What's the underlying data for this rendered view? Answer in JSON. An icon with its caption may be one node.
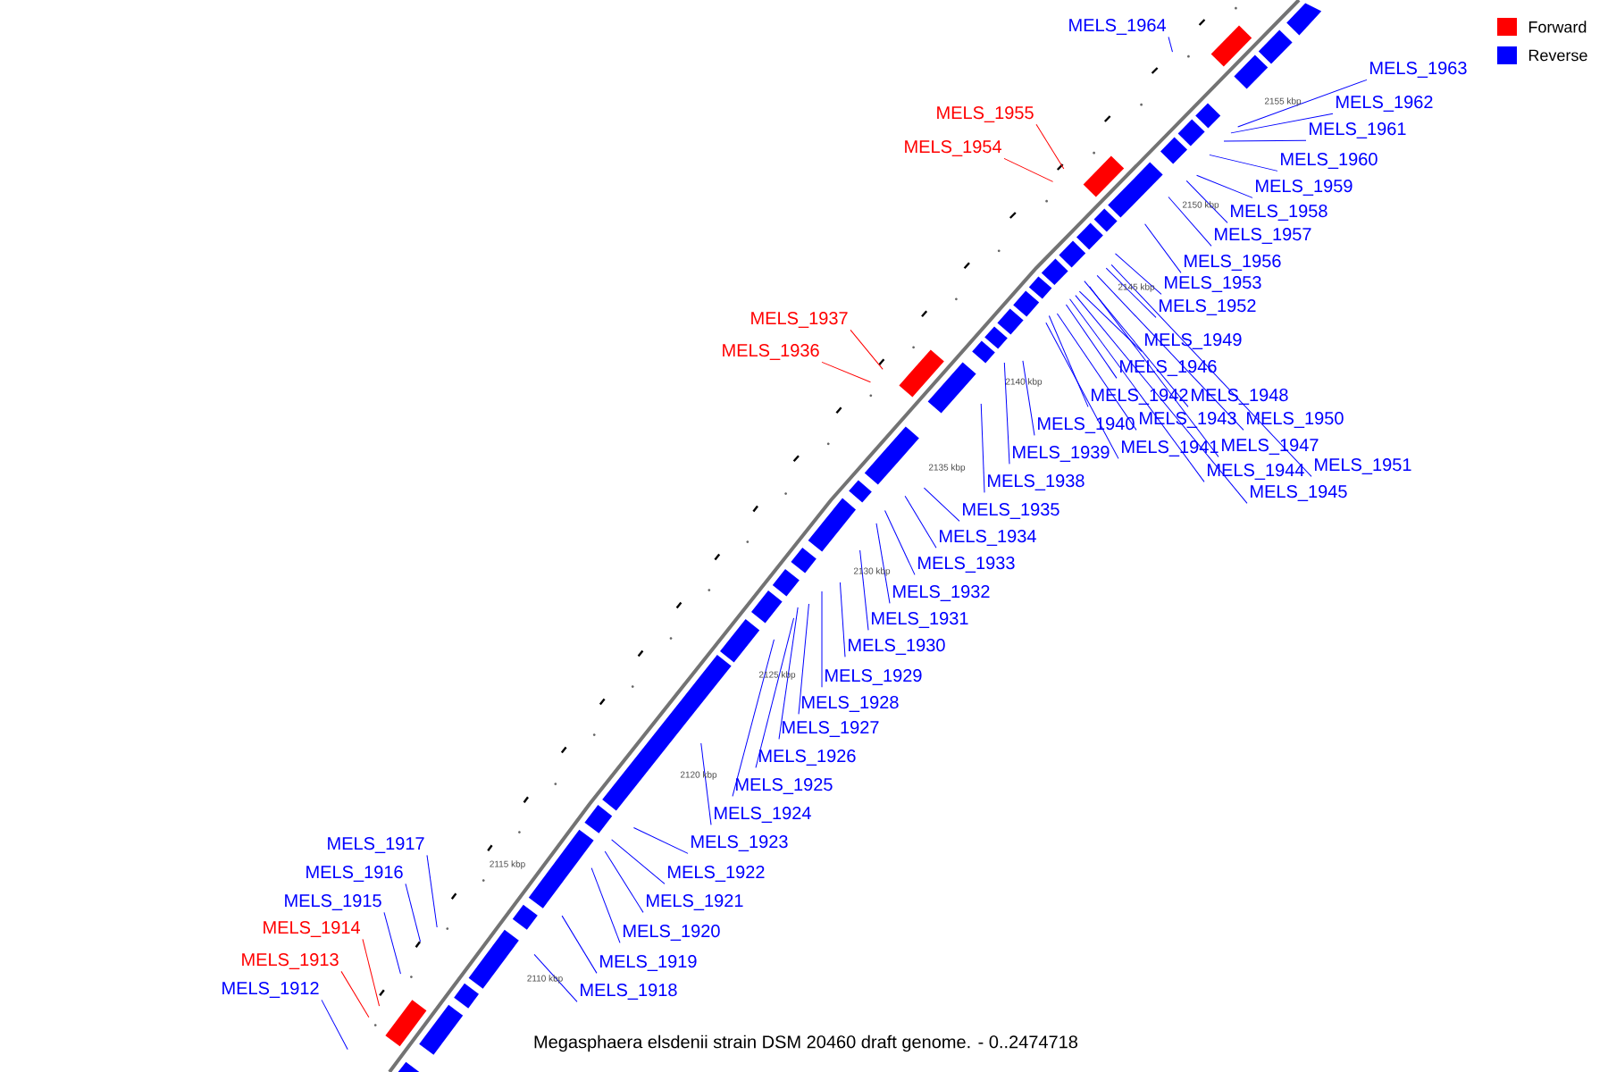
{
  "diagram": {
    "caption": "Megasphaera elsdenii strain DSM 20460 draft genome. - 0..2474718",
    "nodes": [
      {
        "text": [
          "MELS_1964"
        ]
      },
      {
        "text": [
          "MELS_1963"
        ]
      },
      {
        "text": [
          "MELS_1962"
        ]
      },
      {
        "text": [
          "MELS_1955"
        ]
      },
      {
        "text": [
          "MELS_1961"
        ]
      },
      {
        "text": [
          "MELS_1954"
        ]
      },
      {
        "text": [
          "MELS_1960"
        ]
      },
      {
        "text": [
          "MELS_1959"
        ]
      },
      {
        "text": [
          "MELS_1958"
        ]
      },
      {
        "text": [
          "MELS_1957"
        ]
      },
      {
        "text": [
          "MELS_1956"
        ]
      },
      {
        "text": [
          "MELS_1953"
        ]
      },
      {
        "text": [
          "MELS_1952"
        ]
      },
      {
        "text": [
          "MELS_1937"
        ]
      },
      {
        "text": [
          "MELS_1949"
        ]
      },
      {
        "text": [
          "MELS_1936"
        ]
      },
      {
        "text": [
          "MELS_1946"
        ]
      },
      {
        "text": [
          "MELS_1942"
        ]
      },
      {
        "text": [
          "MELS_1948"
        ]
      },
      {
        "text": [
          "MELS_1950"
        ]
      },
      {
        "text": [
          "MELS_1943"
        ]
      },
      {
        "text": [
          "MELS_1940"
        ]
      },
      {
        "text": [
          "MELS_1947"
        ]
      },
      {
        "text": [
          "MELS_1941"
        ]
      },
      {
        "text": [
          "MELS_1939"
        ]
      },
      {
        "text": [
          "MELS_1951"
        ]
      },
      {
        "text": [
          "MELS_1944"
        ]
      },
      {
        "text": [
          "MELS_1938"
        ]
      },
      {
        "text": [
          "MELS_1945"
        ]
      },
      {
        "text": [
          "MELS_1935"
        ]
      },
      {
        "text": [
          "MELS_1934"
        ]
      },
      {
        "text": [
          "MELS_1933"
        ]
      },
      {
        "text": [
          "MELS_1932"
        ]
      },
      {
        "text": [
          "MELS_1931"
        ]
      },
      {
        "text": [
          "MELS_1930"
        ]
      },
      {
        "text": [
          "MELS_1929"
        ]
      },
      {
        "text": [
          "MELS_1928"
        ]
      },
      {
        "text": [
          "MELS_1927"
        ]
      },
      {
        "text": [
          "MELS_1926"
        ]
      },
      {
        "text": [
          "MELS_1925"
        ]
      },
      {
        "text": [
          "MELS_1924"
        ]
      },
      {
        "text": [
          "MELS_1917"
        ]
      },
      {
        "text": [
          "MELS_1923"
        ]
      },
      {
        "text": [
          "MELS_1916"
        ]
      },
      {
        "text": [
          "MELS_1922"
        ]
      },
      {
        "text": [
          "MELS_1915"
        ]
      },
      {
        "text": [
          "MELS_1921"
        ]
      },
      {
        "text": [
          "MELS_1914"
        ]
      },
      {
        "text": [
          "MELS_1920"
        ]
      },
      {
        "text": [
          "MELS_1913"
        ]
      },
      {
        "text": [
          "MELS_1919"
        ]
      },
      {
        "text": [
          "MELS_1912"
        ]
      },
      {
        "text": [
          "MELS_1918"
        ]
      }
    ],
    "edges": [
      {
        "from": 0,
        "to": null,
        "arrow": "none"
      },
      {
        "from": 1,
        "to": null,
        "arrow": "none"
      },
      {
        "from": 2,
        "to": null,
        "arrow": "none"
      },
      {
        "from": 3,
        "to": null,
        "arrow": "none",
        "color": "#ff0000"
      },
      {
        "from": 4,
        "to": null,
        "arrow": "none"
      },
      {
        "from": 5,
        "to": null,
        "arrow": "none",
        "color": "#ff0000"
      },
      {
        "from": 6,
        "to": null,
        "arrow": "none"
      },
      {
        "from": 7,
        "to": null,
        "arrow": "none"
      },
      {
        "from": 8,
        "to": null,
        "arrow": "none"
      },
      {
        "from": 9,
        "to": null,
        "arrow": "none"
      },
      {
        "from": 10,
        "to": null,
        "arrow": "none"
      },
      {
        "from": 11,
        "to": null,
        "arrow": "none"
      },
      {
        "from": 12,
        "to": null,
        "arrow": "none"
      },
      {
        "from": 13,
        "to": null,
        "arrow": "none",
        "color": "#ff0000"
      },
      {
        "from": 14,
        "to": null,
        "arrow": "none"
      },
      {
        "from": 15,
        "to": null,
        "arrow": "none",
        "color": "#ff0000"
      },
      {
        "from": 16,
        "to": null,
        "arrow": "none"
      },
      {
        "from": 17,
        "to": null,
        "arrow": "none"
      },
      {
        "from": 18,
        "to": null,
        "arrow": "none"
      },
      {
        "from": 19,
        "to": null,
        "arrow": "none"
      },
      {
        "from": 20,
        "to": null,
        "arrow": "none"
      },
      {
        "from": 21,
        "to": null,
        "arrow": "none"
      },
      {
        "from": 22,
        "to": null,
        "arrow": "none"
      },
      {
        "from": 23,
        "to": null,
        "arrow": "none"
      },
      {
        "from": 24,
        "to": null,
        "arrow": "none"
      },
      {
        "from": 25,
        "to": null,
        "arrow": "none"
      },
      {
        "from": 26,
        "to": null,
        "arrow": "none"
      },
      {
        "from": 27,
        "to": null,
        "arrow": "none"
      },
      {
        "from": 28,
        "to": null,
        "arrow": "none"
      },
      {
        "from": 29,
        "to": null,
        "arrow": "none"
      },
      {
        "from": 30,
        "to": null,
        "arrow": "none"
      },
      {
        "from": 31,
        "to": null,
        "arrow": "none"
      },
      {
        "from": 32,
        "to": null,
        "arrow": "none"
      },
      {
        "from": 33,
        "to": null,
        "arrow": "none"
      },
      {
        "from": 34,
        "to": null,
        "arrow": "none"
      },
      {
        "from": 35,
        "to": null,
        "arrow": "none"
      },
      {
        "from": 36,
        "to": null,
        "arrow": "none"
      },
      {
        "from": 37,
        "to": null,
        "arrow": "none"
      },
      {
        "from": 38,
        "to": null,
        "arrow": "none"
      },
      {
        "from": 39,
        "to": null,
        "arrow": "none"
      },
      {
        "from": 40,
        "to": null,
        "arrow": "none"
      },
      {
        "from": 41,
        "to": null,
        "arrow": "none"
      },
      {
        "from": 42,
        "to": null,
        "arrow": "none"
      },
      {
        "from": 43,
        "to": null,
        "arrow": "none"
      },
      {
        "from": 44,
        "to": null,
        "arrow": "none"
      },
      {
        "from": 45,
        "to": null,
        "arrow": "none"
      },
      {
        "from": 46,
        "to": null,
        "arrow": "none"
      },
      {
        "from": 47,
        "to": null,
        "arrow": "none",
        "color": "#ff0000"
      },
      {
        "from": 48,
        "to": null,
        "arrow": "none"
      },
      {
        "from": 49,
        "to": null,
        "arrow": "none",
        "color": "#ff0000"
      },
      {
        "from": 50,
        "to": null,
        "arrow": "none"
      },
      {
        "from": 51,
        "to": null,
        "arrow": "none"
      },
      {
        "from": 52,
        "to": null,
        "arrow": "none"
      }
    ],
    "labels": [
      "2155 kbp",
      "2150 kbp",
      "2145 kbp",
      "2140 kbp",
      "2135 kbp",
      "2130 kbp",
      "2125 kbp",
      "2120 kbp",
      "2115 kbp",
      "2110 kbp"
    ],
    "legend": [
      {
        "text": "Forward",
        "color": "#ff0000"
      },
      {
        "text": "Reverse",
        "color": "#0000ff"
      }
    ]
  }
}
